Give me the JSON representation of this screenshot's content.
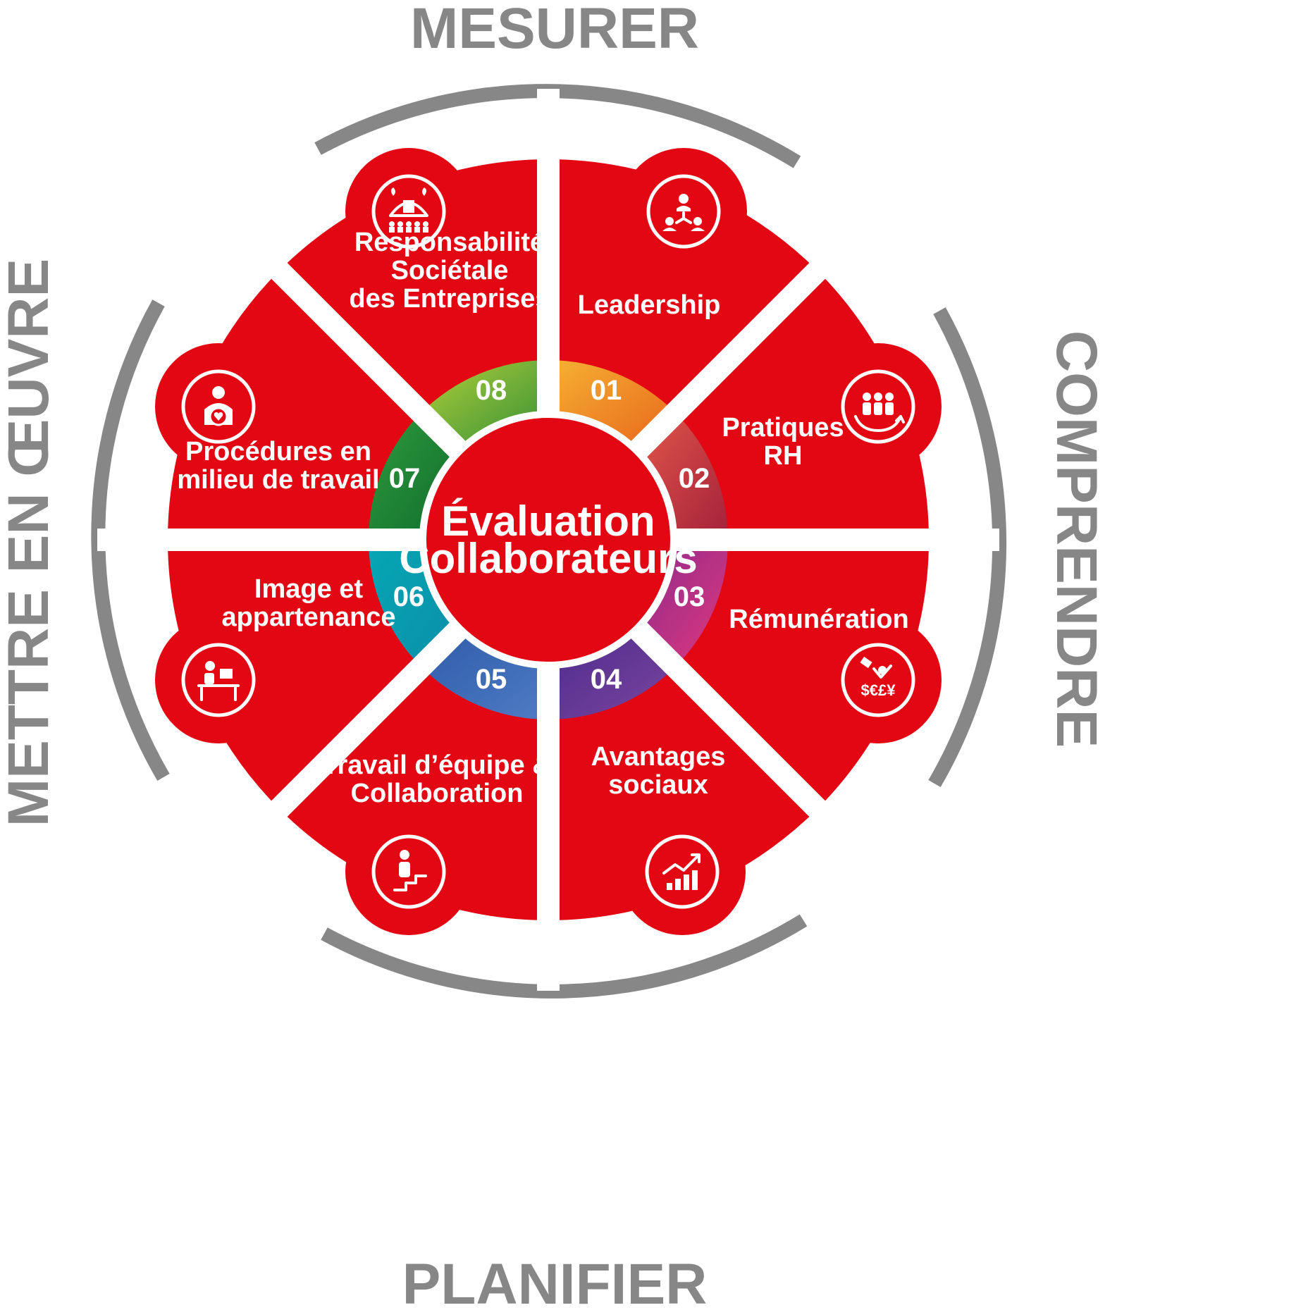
{
  "center": {
    "line1": "Évaluation",
    "line2": "Collaborateurs"
  },
  "phases": {
    "top": "MESURER",
    "right": "COMPRENDRE",
    "bottom": "PLANIFIER",
    "left": "METTRE EN ŒUVRE"
  },
  "segments": [
    {
      "number": "01",
      "lines": [
        "Leadership"
      ],
      "icon": "leadership-hierarchy-icon",
      "ring_color": "#f08c1e"
    },
    {
      "number": "02",
      "lines": [
        "Pratiques",
        "RH"
      ],
      "icon": "team-cycle-icon",
      "ring_color": "#b8283c"
    },
    {
      "number": "03",
      "lines": [
        "Rémunération"
      ],
      "icon": "currency-payment-icon",
      "ring_color": "#c02d7d"
    },
    {
      "number": "04",
      "lines": [
        "Avantages",
        "sociaux"
      ],
      "icon": "growth-chart-icon",
      "ring_color": "#5a3493"
    },
    {
      "number": "05",
      "lines": [
        "Travail d’équipe &",
        "Collaboration"
      ],
      "icon": "person-stairs-icon",
      "ring_color": "#3c64b4"
    },
    {
      "number": "06",
      "lines": [
        "Image et",
        "appartenance"
      ],
      "icon": "person-desk-icon",
      "ring_color": "#0aa0af"
    },
    {
      "number": "07",
      "lines": [
        "Procédures en",
        "milieu de travail"
      ],
      "icon": "person-heart-icon",
      "ring_color": "#238c37"
    },
    {
      "number": "08",
      "lines": [
        "Responsabilité",
        "Sociétale",
        "des Entreprises"
      ],
      "icon": "community-globe-icon",
      "ring_color": "#78b432"
    }
  ],
  "colors": {
    "segment_red": "#e30613",
    "phase_gray": "#878787",
    "background": "#ffffff"
  }
}
